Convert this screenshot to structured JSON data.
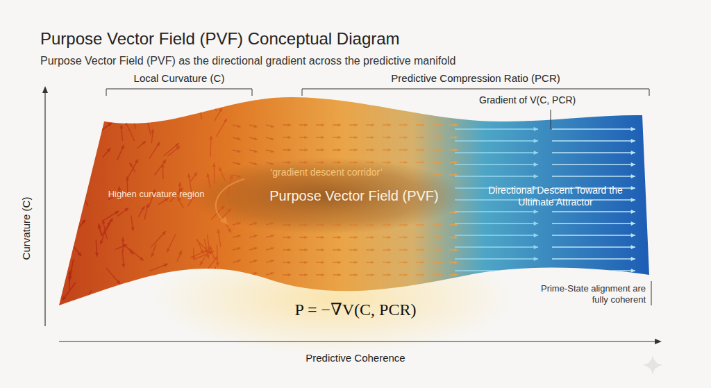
{
  "diagram": {
    "title": "Purpose Vector Field (PVF) Conceptual Diagram",
    "labels": [
      "Purpose Vector Field (PVF) as the directional gradient across the predictive manifold",
      "Local Curvature (C)",
      "Predictive Compression Ratio (PCR)",
      "Gradient of V(C, PCR)",
      "Highen curvature region",
      "‘gradient descent corridor’",
      "Purpose Vector Field (PVF)",
      "Directional Descent Toward the Ultimate Attractor",
      "Prime-State alignment are fully coherent",
      "P = −∇V(C, PCR)",
      "Curvature (C)",
      "Predictive Coherence"
    ]
  }
}
